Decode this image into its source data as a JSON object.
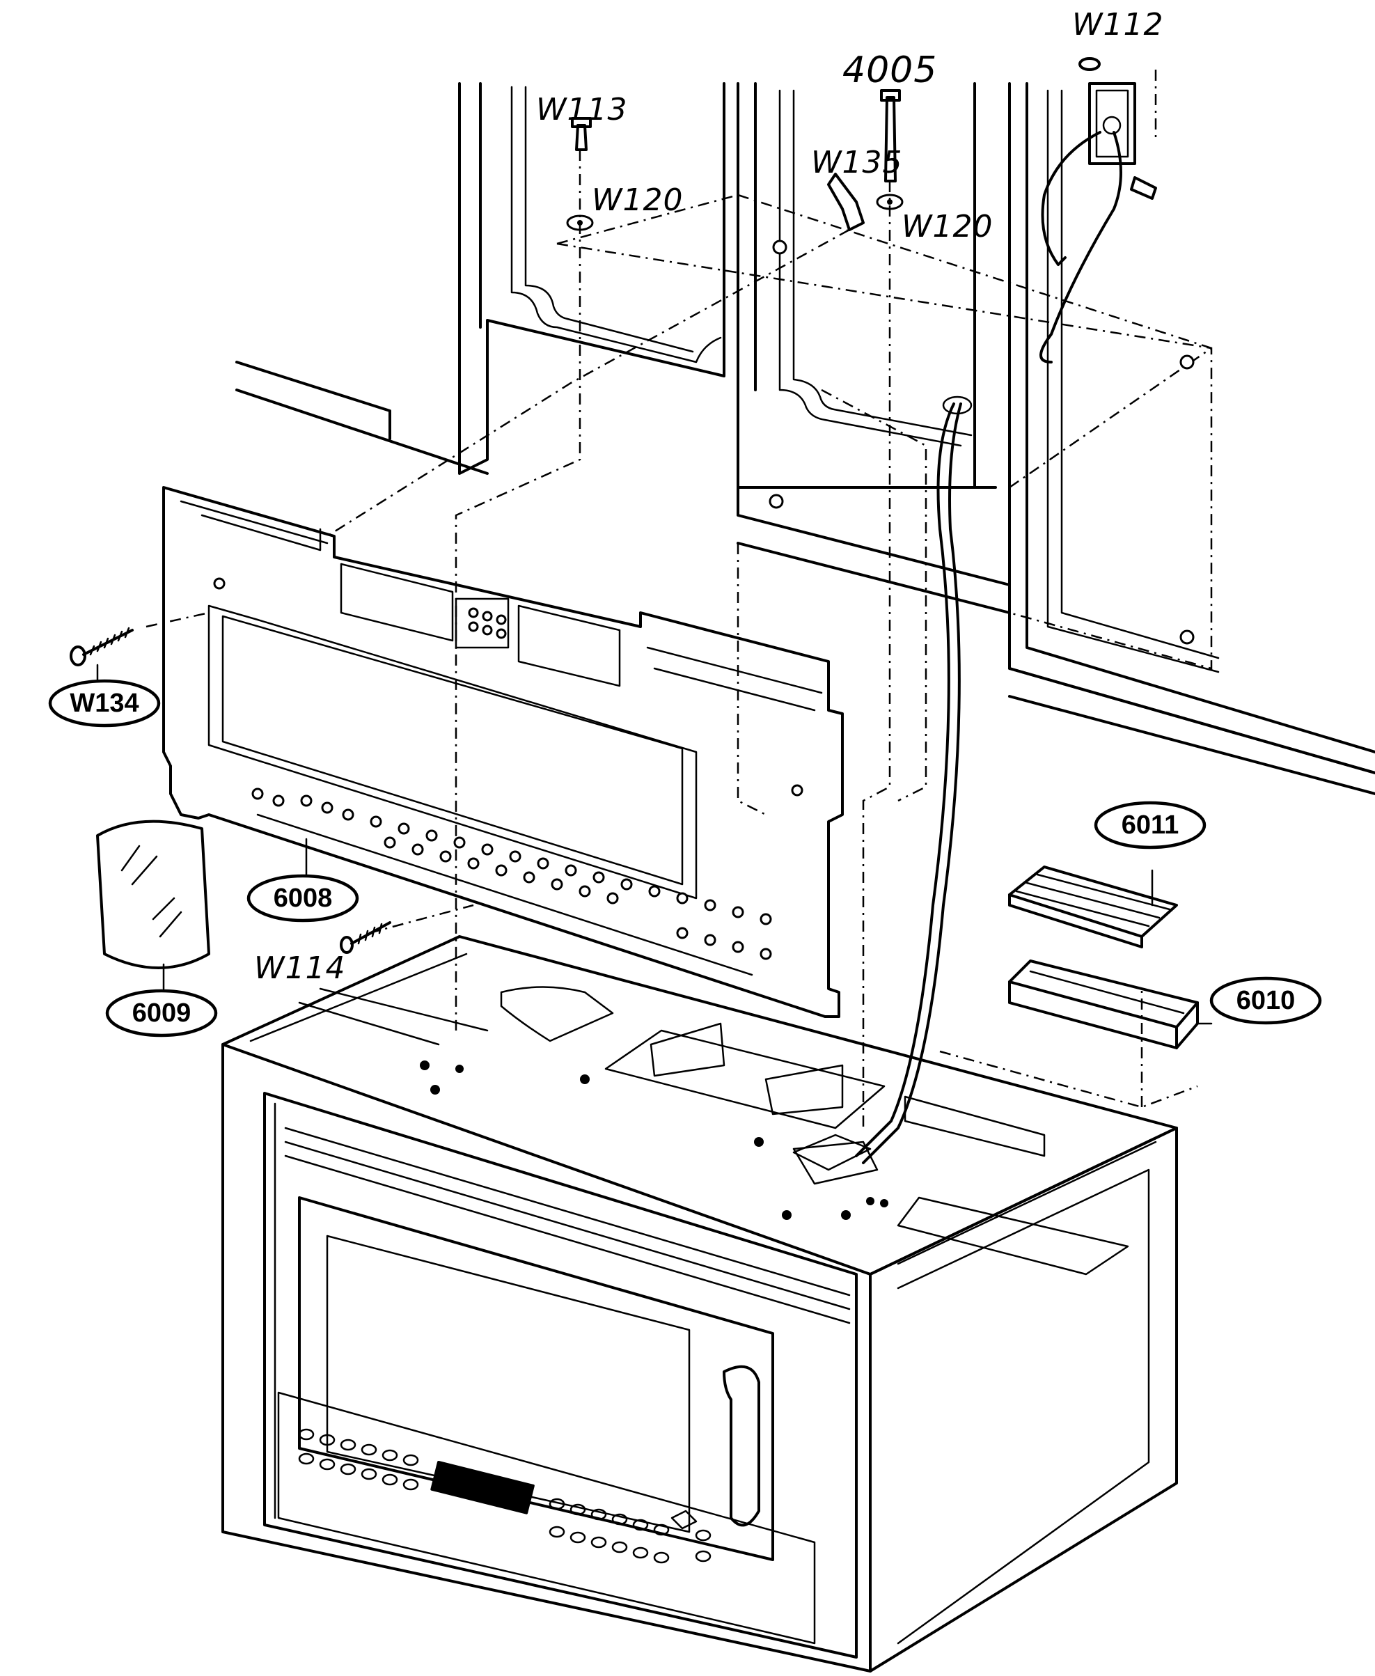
{
  "diagram": {
    "handwritten_labels": {
      "w112": "W112",
      "w4005": "4005",
      "w113": "W113",
      "w135": "W135",
      "w120_left": "W120",
      "w120_right": "W120",
      "w114": "W114"
    },
    "callouts": {
      "w134": "W134",
      "p6008": "6008",
      "p6009": "6009",
      "p6010": "6010",
      "p6011": "6011"
    }
  }
}
